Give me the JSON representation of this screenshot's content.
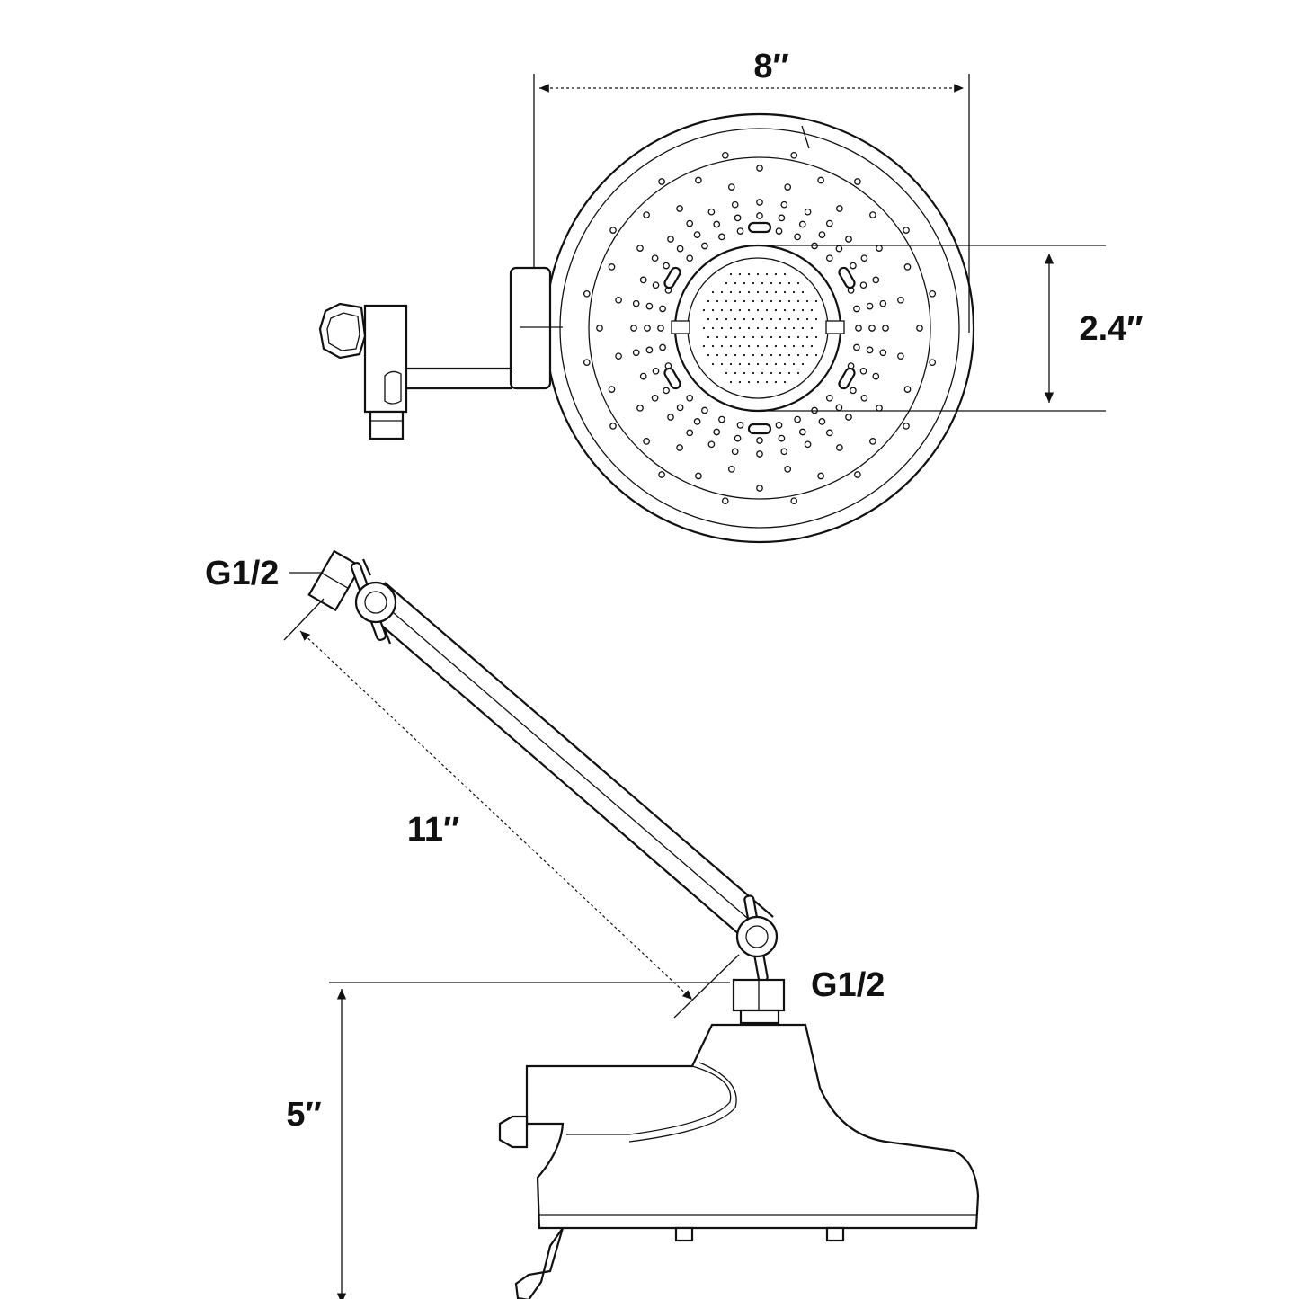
{
  "labels": {
    "width": "8″",
    "center_diameter": "2.4″",
    "inlet_top": "G1/2",
    "arm_length": "11″",
    "inlet_bottom": "G1/2",
    "height": "5″"
  },
  "colors": {
    "ink": "#111111",
    "background": "#ffffff"
  }
}
